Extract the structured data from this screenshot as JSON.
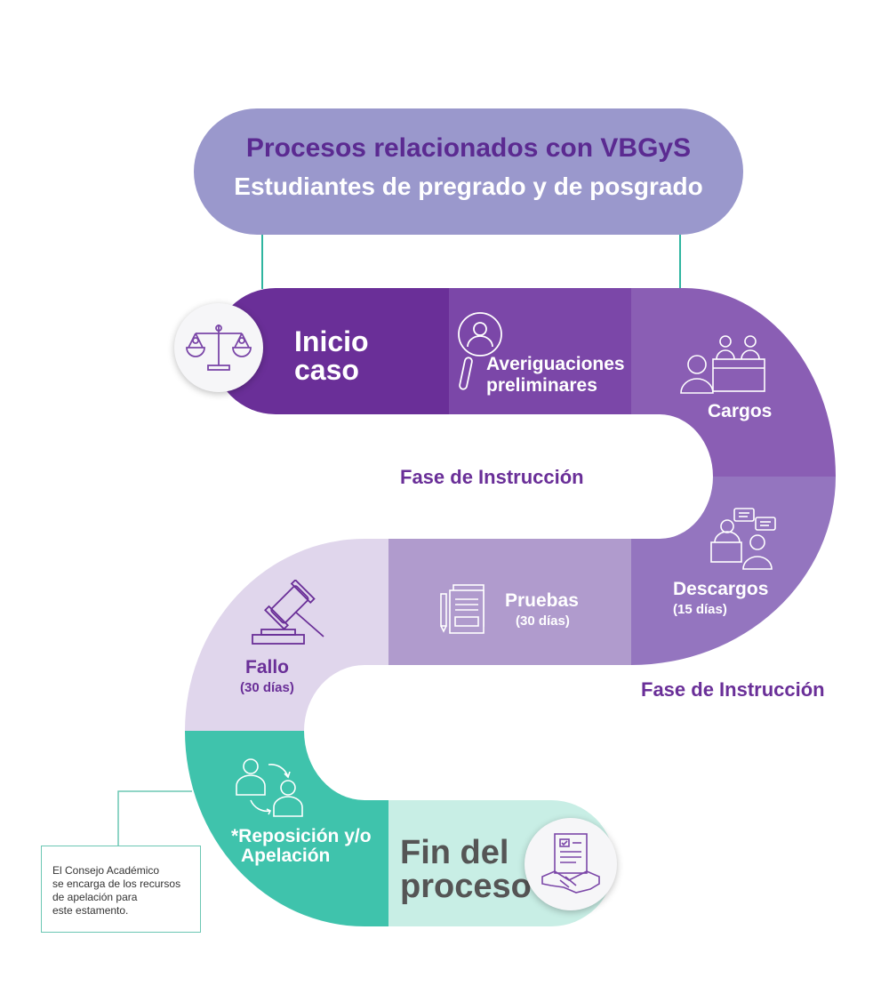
{
  "header": {
    "title_line1": "Procesos relacionados con VBGyS",
    "title_line2": "Estudiantes de pregrado y de posgrado"
  },
  "steps": {
    "inicio_line1": "Inicio",
    "inicio_line2": "caso",
    "averiguaciones_line1": "Averiguaciones",
    "averiguaciones_line2": "preliminares",
    "cargos": "Cargos",
    "descargos": "Descargos",
    "descargos_days": "(15 días)",
    "pruebas": "Pruebas",
    "pruebas_days": "(30 días)",
    "fallo": "Fallo",
    "fallo_days": "(30 días)",
    "reposicion_line1": "*Reposición y/o",
    "reposicion_line2": "Apelación",
    "fin_line1": "Fin del",
    "fin_line2": "proceso"
  },
  "phases": {
    "phase_top": "Fase de Instrucción",
    "phase_bottom": "Fase de Instrucción"
  },
  "note": {
    "line1": "El Consejo Académico",
    "line2": "se encarga de los recursos",
    "line3": "de apelación para",
    "line4": "este estamento."
  },
  "colors": {
    "header_pill": "#9a98cc",
    "inicio": "#6a2f98",
    "averiguaciones": "#7b47a8",
    "cargos": "#8a5eb4",
    "descargos": "#9475bf",
    "pruebas": "#b09bcd",
    "fallo": "#e0d6ec",
    "reposicion": "#3fc3ac",
    "fin": "#c8eee5",
    "phase_text": "#6a2f98"
  }
}
